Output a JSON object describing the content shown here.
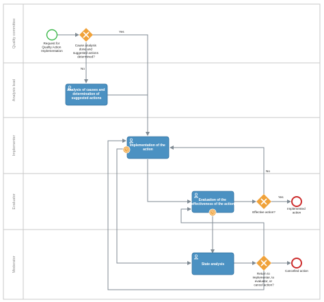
{
  "lanes": [
    {
      "label": "Quality committee"
    },
    {
      "label": "Analysis lead"
    },
    {
      "label": "Implementer"
    },
    {
      "label": "Evaluator"
    },
    {
      "label": "Moderator"
    }
  ],
  "start_event": {
    "lines": [
      "Request for",
      "Quality Action",
      "Implementation"
    ]
  },
  "gateway_cause": {
    "lines": [
      "Cause analysis",
      "done and",
      "suggested actions",
      "determined?"
    ]
  },
  "task_analysis": {
    "lines": [
      "Analysis of causes and",
      "determination of",
      "suggested actions"
    ]
  },
  "task_implementation": {
    "lines": [
      "Implementation of the",
      "action"
    ]
  },
  "task_evaluation": {
    "lines": [
      "Evaluation of the",
      "effectiveness of the action"
    ]
  },
  "gateway_effective": {
    "label": "Effective action?"
  },
  "end_implemented": {
    "lines": [
      "Implemented",
      "action"
    ]
  },
  "task_state": {
    "lines": [
      "State analysis"
    ]
  },
  "gateway_return": {
    "lines": [
      "Return to",
      "implementer, to",
      "evaluator, or",
      "cancel action?"
    ]
  },
  "end_cancelled": {
    "label": "Cancelled action"
  },
  "flow_labels": {
    "yes_top": "Yes",
    "no_top": "No",
    "no_right": "No",
    "yes_right": "Yes"
  },
  "colors": {
    "task": "#4b91c2",
    "task_border": "#2f6f9e",
    "gateway": "#f0a23a",
    "start": "#3cb84a",
    "end": "#cc2b2b",
    "lane_border": "#c8c8c8",
    "flow": "#7f8a93"
  }
}
